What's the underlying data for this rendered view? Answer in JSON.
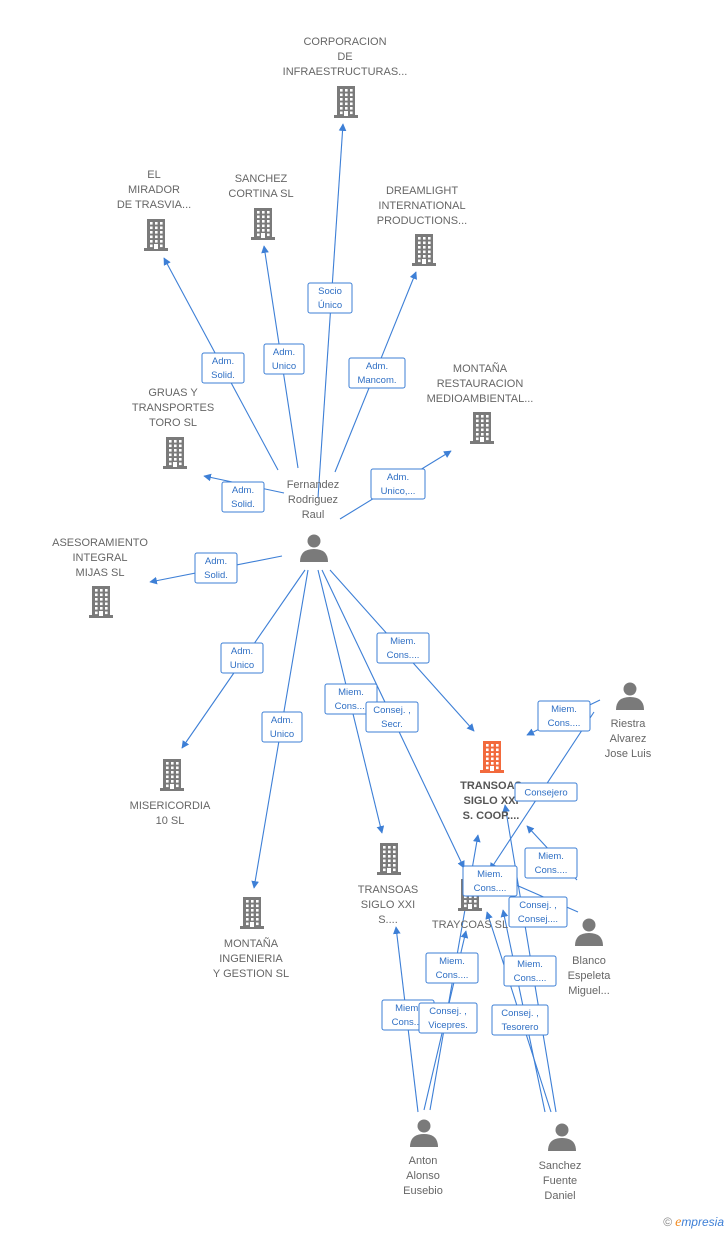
{
  "colors": {
    "building": "#7a7a7a",
    "building_main": "#f26a3d",
    "person": "#7a7a7a",
    "edge": "#3d7fd6"
  },
  "nodes": [
    {
      "id": "corporacion",
      "type": "company",
      "label": [
        "CORPORACION",
        "DE",
        "INFRAESTRUCTURAS..."
      ]
    },
    {
      "id": "mirador",
      "type": "company",
      "label": [
        "EL",
        "MIRADOR",
        "DE TRASVIA..."
      ]
    },
    {
      "id": "sanchez_cortina",
      "type": "company",
      "label": [
        "SANCHEZ",
        "CORTINA  SL"
      ]
    },
    {
      "id": "dreamlight",
      "type": "company",
      "label": [
        "DREAMLIGHT",
        "INTERNATIONAL",
        "PRODUCTIONS..."
      ]
    },
    {
      "id": "montana_rest",
      "type": "company",
      "label": [
        "MONTAÑA",
        "RESTAURACION",
        "MEDIOAMBIENTAL..."
      ]
    },
    {
      "id": "gruas",
      "type": "company",
      "label": [
        "GRUAS Y",
        "TRANSPORTES",
        "TORO SL"
      ]
    },
    {
      "id": "asesoramiento",
      "type": "company",
      "label": [
        "ASESORAMIENTO",
        "INTEGRAL",
        "MIJAS  SL"
      ]
    },
    {
      "id": "misericordia",
      "type": "company",
      "label": [
        "MISERICORDIA",
        "10  SL"
      ]
    },
    {
      "id": "montana_ing",
      "type": "company",
      "label": [
        "MONTAÑA",
        "INGENIERIA",
        "Y GESTION  SL"
      ]
    },
    {
      "id": "transoas_main",
      "type": "company_main",
      "label": [
        "TRANSOAS",
        "SIGLO XXI",
        "S.  COOP...."
      ]
    },
    {
      "id": "transoas_sl",
      "type": "company",
      "label": [
        "TRANSOAS",
        "SIGLO XXI",
        "S...."
      ]
    },
    {
      "id": "traycoas",
      "type": "company",
      "label": [
        "TRAYCOAS  SL"
      ]
    },
    {
      "id": "fernandez",
      "type": "person",
      "label": [
        "Fernandez",
        "Rodriguez",
        "Raul"
      ]
    },
    {
      "id": "riestra",
      "type": "person",
      "label": [
        "Riestra",
        "Alvarez",
        "Jose Luis"
      ]
    },
    {
      "id": "blanco",
      "type": "person",
      "label": [
        "Blanco",
        "Espeleta",
        "Miguel..."
      ]
    },
    {
      "id": "anton",
      "type": "person",
      "label": [
        "Anton",
        "Alonso",
        "Eusebio"
      ]
    },
    {
      "id": "sanchez_fuente",
      "type": "person",
      "label": [
        "Sanchez",
        "Fuente",
        "Daniel"
      ]
    }
  ],
  "edges": [
    {
      "from": "fernandez",
      "to": "corporacion",
      "label": [
        "Socio",
        "Único"
      ]
    },
    {
      "from": "fernandez",
      "to": "mirador",
      "label": [
        "Adm.",
        "Solid."
      ]
    },
    {
      "from": "fernandez",
      "to": "sanchez_cortina",
      "label": [
        "Adm.",
        "Unico"
      ]
    },
    {
      "from": "fernandez",
      "to": "dreamlight",
      "label": [
        "Adm.",
        "Mancom."
      ]
    },
    {
      "from": "fernandez",
      "to": "montana_rest",
      "label": [
        "Adm.",
        "Unico,..."
      ]
    },
    {
      "from": "fernandez",
      "to": "gruas",
      "label": [
        "Adm.",
        "Solid."
      ]
    },
    {
      "from": "fernandez",
      "to": "asesoramiento",
      "label": [
        "Adm.",
        "Solid."
      ]
    },
    {
      "from": "fernandez",
      "to": "misericordia",
      "label": [
        "Adm.",
        "Unico"
      ]
    },
    {
      "from": "fernandez",
      "to": "montana_ing",
      "label": [
        "Adm.",
        "Unico"
      ]
    },
    {
      "from": "fernandez",
      "to": "transoas_main",
      "label": [
        "Miem.",
        "Cons...."
      ]
    },
    {
      "from": "fernandez",
      "to": "transoas_sl",
      "label": [
        "Miem.",
        "Cons...."
      ]
    },
    {
      "from": "fernandez",
      "to": "traycoas",
      "label": [
        "Consej. ,",
        "Secr."
      ]
    },
    {
      "from": "riestra",
      "to": "transoas_main",
      "label": [
        "Miem.",
        "Cons...."
      ]
    },
    {
      "from": "riestra",
      "to": "traycoas",
      "label": [
        "Consejero"
      ]
    },
    {
      "from": "blanco",
      "to": "transoas_main",
      "label": [
        "Miem.",
        "Cons...."
      ]
    },
    {
      "from": "blanco",
      "to": "traycoas",
      "label": [
        "Consej. ,",
        "Consej...."
      ]
    },
    {
      "from": "anton",
      "to": "transoas_sl",
      "label": [
        "Miem.",
        "Cons...."
      ]
    },
    {
      "from": "anton",
      "to": "traycoas",
      "label": [
        "Miem.",
        "Cons...."
      ]
    },
    {
      "from": "anton",
      "to": "transoas_main",
      "label": [
        "Consej. ,",
        "Vicepres."
      ]
    },
    {
      "from": "sanchez_fuente",
      "to": "transoas_main",
      "label": [
        "Miem.",
        "Cons...."
      ]
    },
    {
      "from": "sanchez_fuente",
      "to": "traycoas",
      "label": [
        "Miem.",
        "Cons...."
      ]
    },
    {
      "from": "sanchez_fuente",
      "to": "traycoas",
      "label": [
        "Consej. ,",
        "Tesorero"
      ]
    }
  ],
  "brand": {
    "copyright": "©",
    "initial": "e",
    "rest": "mpresia"
  }
}
